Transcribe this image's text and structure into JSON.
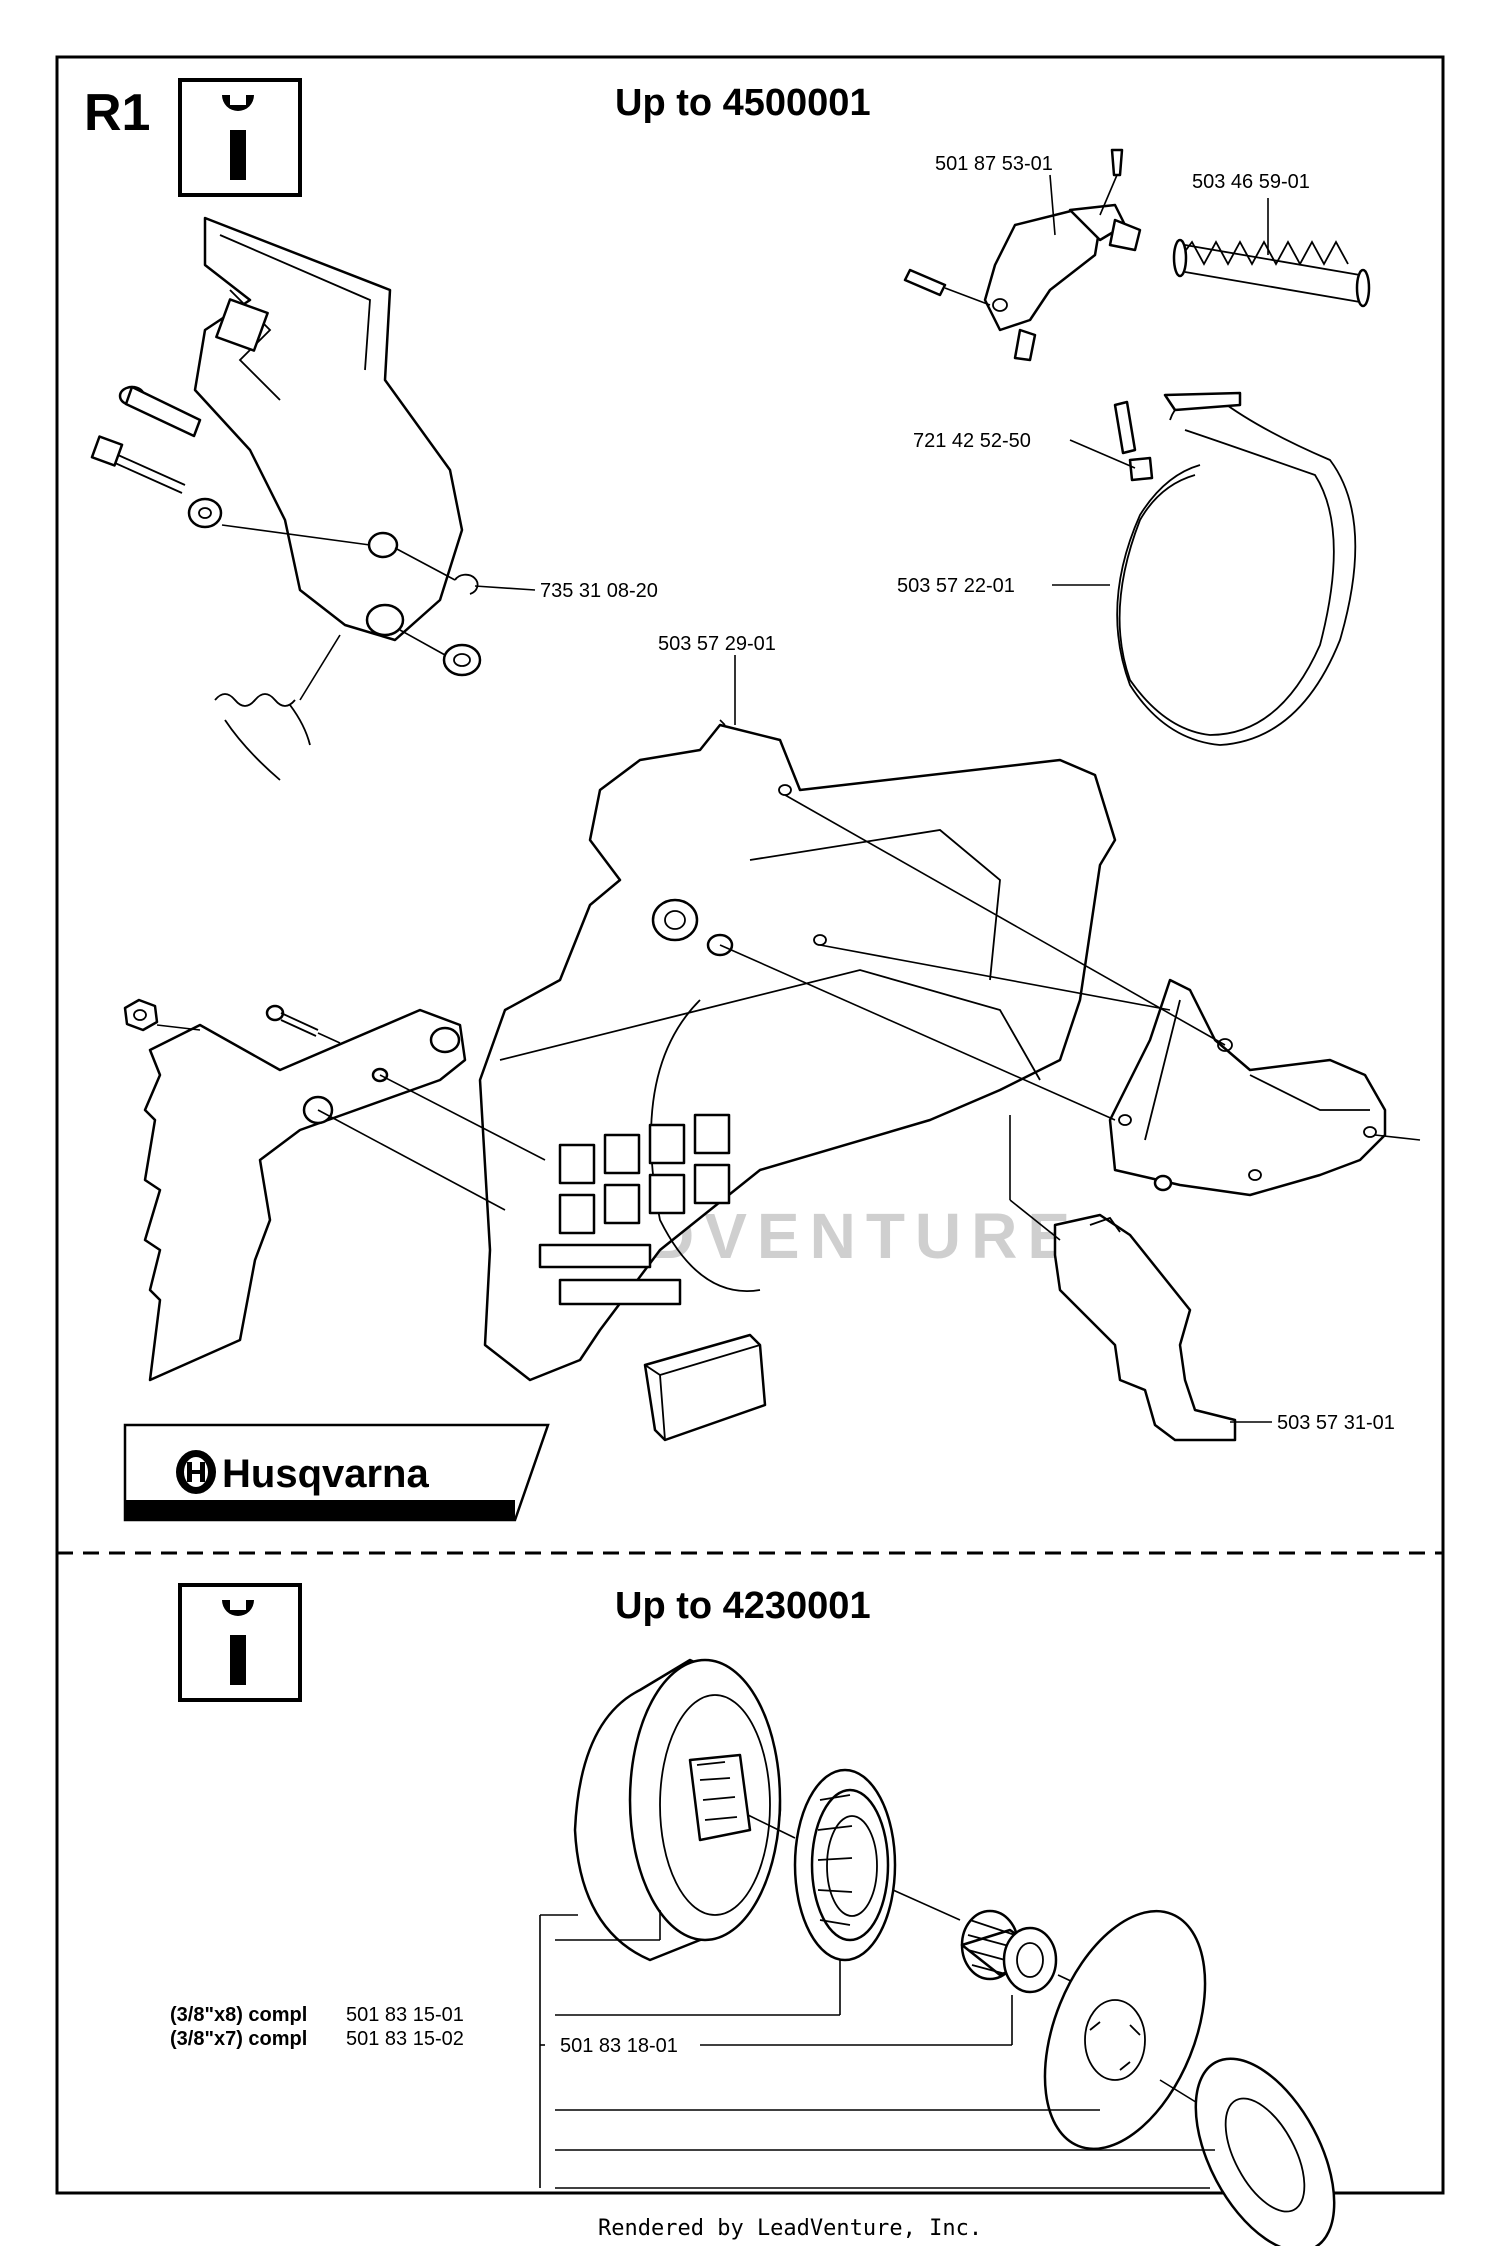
{
  "header": {
    "section_id": "R1",
    "title_top": "Up to 4500001",
    "title_bottom": "Up to 4230001"
  },
  "brand": {
    "name": "Husqvarna"
  },
  "watermark": {
    "text": "LEADVENTURE"
  },
  "footer": {
    "text": "Rendered by LeadVenture, Inc."
  },
  "icons": {
    "service_info": "wrench-info-icon"
  },
  "parts_top": [
    {
      "number": "501 87 53-01"
    },
    {
      "number": "503 46 59-01"
    },
    {
      "number": "721 42 52-50"
    },
    {
      "number": "503 57 22-01"
    },
    {
      "number": "735 31 08-20"
    },
    {
      "number": "503 57 29-01"
    },
    {
      "number": "503 57 31-01"
    }
  ],
  "parts_bottom": {
    "compl_1_prefix": "(3/8\"x8) compl",
    "compl_1_number": "501 83 15-01",
    "compl_2_prefix": "(3/8\"x7) compl",
    "compl_2_number": "501 83 15-02",
    "bearing_number": "501 83 18-01"
  }
}
